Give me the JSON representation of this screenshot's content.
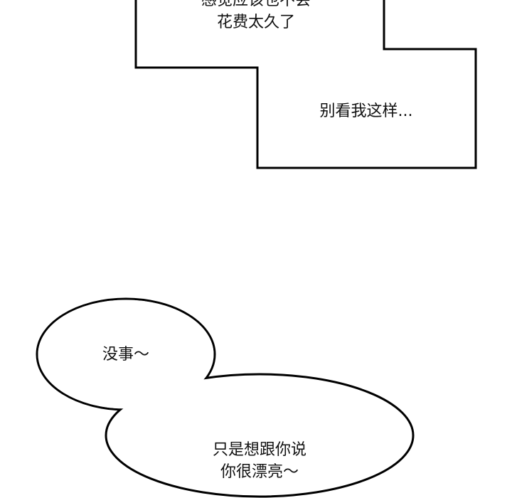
{
  "bubbles": {
    "box_top": {
      "lines": [
        "感觉应该也不会",
        "花费太久了"
      ]
    },
    "box_right": {
      "text": "别看我这样..."
    },
    "round_small": {
      "text": "没事～"
    },
    "round_large": {
      "lines": [
        "只是想跟你说",
        "你很漂亮～"
      ]
    }
  }
}
